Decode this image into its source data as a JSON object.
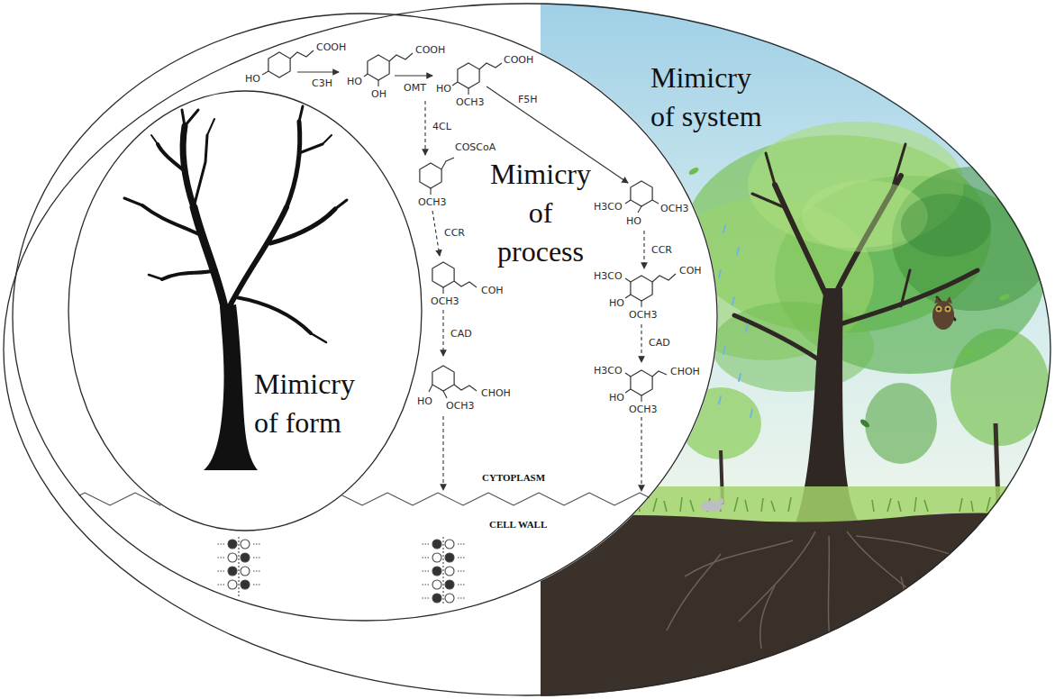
{
  "diagram": {
    "nodes": [
      {
        "text": [
          "Mimicry of system"
        ]
      },
      {
        "text": [
          "Mimicry of process"
        ],
        "in": 0
      },
      {
        "text": [
          "Mimicry of form"
        ],
        "in": 1
      }
    ],
    "labels": [
      "COOH",
      "HO",
      "C3H",
      "COOH",
      "HO",
      "OH",
      "OMT",
      "COOH",
      "HO",
      "OCH3",
      "F5H",
      "4CL",
      "COSCoA",
      "OCH3",
      "CCR",
      "COH",
      "OCH3",
      "CAD",
      "CHOH",
      "HO",
      "OCH3",
      "H3CO",
      "HO",
      "OCH3",
      "CCR",
      "H3CO",
      "COH",
      "HO",
      "OCH3",
      "CAD",
      "H3CO",
      "CHOH",
      "HO",
      "OCH3",
      "CYTOPLASM",
      "CELL WALL"
    ]
  }
}
